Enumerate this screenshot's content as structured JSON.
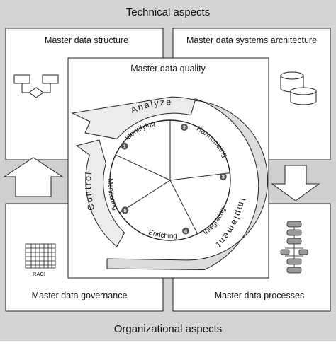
{
  "bands": {
    "top": "Technical aspects",
    "bottom": "Organizational aspects"
  },
  "panels": {
    "structure": "Master data structure",
    "systems": "Master data systems architecture",
    "governance": "Master data governance",
    "processes": "Master data processes",
    "quality": "Master data quality"
  },
  "ring": {
    "analyze": "Analyze",
    "implement": "Implement",
    "control": "Control"
  },
  "segments": [
    {
      "number": "1",
      "label": "Identifying"
    },
    {
      "number": "2",
      "label": "Harmonizing"
    },
    {
      "number": "3",
      "label": "Integrating"
    },
    {
      "number": "4",
      "label": "Enriching"
    },
    {
      "number": "5",
      "label": "Monitoring"
    }
  ],
  "raci_label": "RACI",
  "colors": {
    "band": "#d4d4d4",
    "panel": "#ffffff",
    "ring": "#dcdcdc",
    "outline": "#222222",
    "badge": "#555555"
  }
}
